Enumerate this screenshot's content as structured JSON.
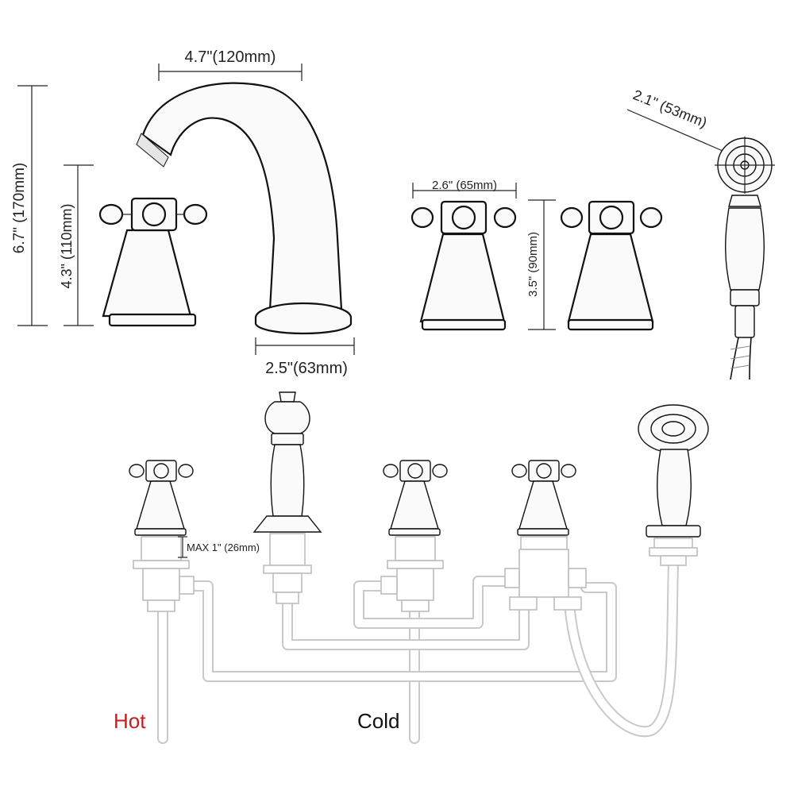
{
  "colors": {
    "hot": "#d0191b",
    "cold": "#111111",
    "ink": "#111111",
    "pipe": "#c9c9c9"
  },
  "dimensions": {
    "spout_reach": "4.7\"(120mm)",
    "total_height": "6.7\" (170mm)",
    "handle_height": "4.3\" (110mm)",
    "spout_base": "2.5\"(63mm)",
    "handle_width": "2.6\" (65mm)",
    "valve_height": "3.5\" (90mm)",
    "shower_head": "2.1\" (53mm)",
    "max_deck": "MAX 1\" (26mm)"
  },
  "labels": {
    "hot": "Hot",
    "cold": "Cold"
  }
}
